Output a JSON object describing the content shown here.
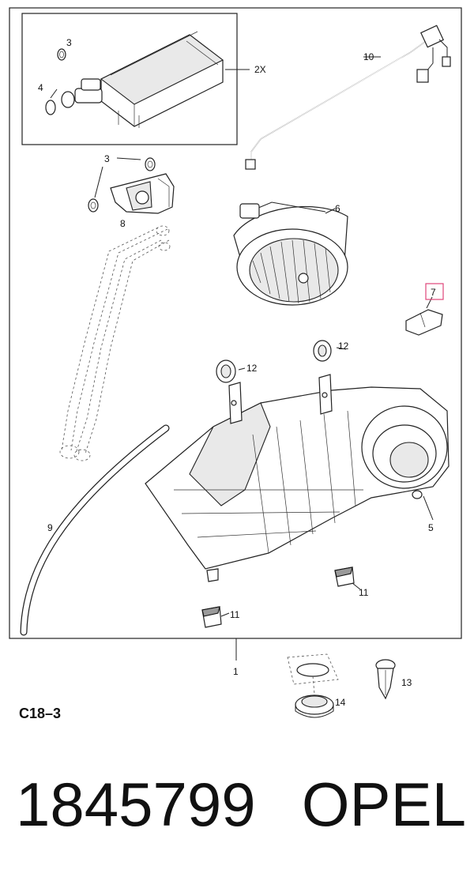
{
  "callouts": {
    "c1": "1",
    "c2x": "2X",
    "c3a": "3",
    "c3b": "3",
    "c4": "4",
    "c5": "5",
    "c6": "6",
    "c7": "7",
    "c8": "8",
    "c9": "9",
    "c10": "10",
    "c11a": "11",
    "c11b": "11",
    "c12a": "12",
    "c12b": "12",
    "c13": "13",
    "c14": "14"
  },
  "highlight_color": "#e0457a",
  "section_code": "C18–3",
  "footer": {
    "part_number": "1845799",
    "brand": "OPEL"
  }
}
